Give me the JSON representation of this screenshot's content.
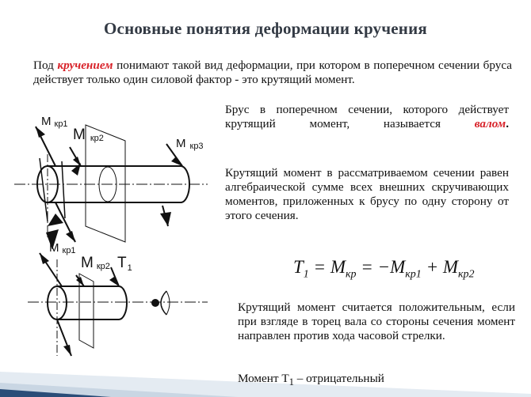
{
  "title": "Основные понятия деформации кручения",
  "p1": {
    "before": "Под ",
    "term": "кручением",
    "after": " понимают такой вид деформации, при котором в поперечном сечении бруса действует только один силовой фактор - это крутящий момент."
  },
  "p2": {
    "line1": "Брус в поперечном сечении, которого",
    "line2": "действует крутящий момент, называется",
    "term": "валом",
    "end": "."
  },
  "p3": "Крутящий момент в рассматриваемом сечении равен алгебраической сумме всех внешних скручивающих моментов, приложенных к брусу по одну сторону от этого сечения.",
  "formula": {
    "T": "T",
    "T_sub": "1",
    "eq1": " = M",
    "sub1": "кр",
    "eq2": " = −M",
    "sub2": "кр1",
    "plus": " + M",
    "sub3": "кр2"
  },
  "p4": "Крутящий момент считается положительным, если при взгляде в торец вала со стороны сечения момент направлен против хода часовой стрелки.",
  "p5": {
    "text": "Момент T",
    "sub": "1",
    "after": " – отрицательный"
  },
  "diagram_top": {
    "m1": "М",
    "m1_sub": "кр1",
    "m2": "М",
    "m2_sub": "кр2",
    "m3": "М",
    "m3_sub": "кр3"
  },
  "diagram_bottom": {
    "m1": "М",
    "m1_sub": "кр1",
    "m2": "М",
    "m2_sub": "кр2",
    "t": "Т",
    "t_sub": "1"
  },
  "colors": {
    "title": "#333a44",
    "accent_red": "#d8232a",
    "band_light": "#dfe7ef",
    "band_dark": "#2a4d78"
  }
}
